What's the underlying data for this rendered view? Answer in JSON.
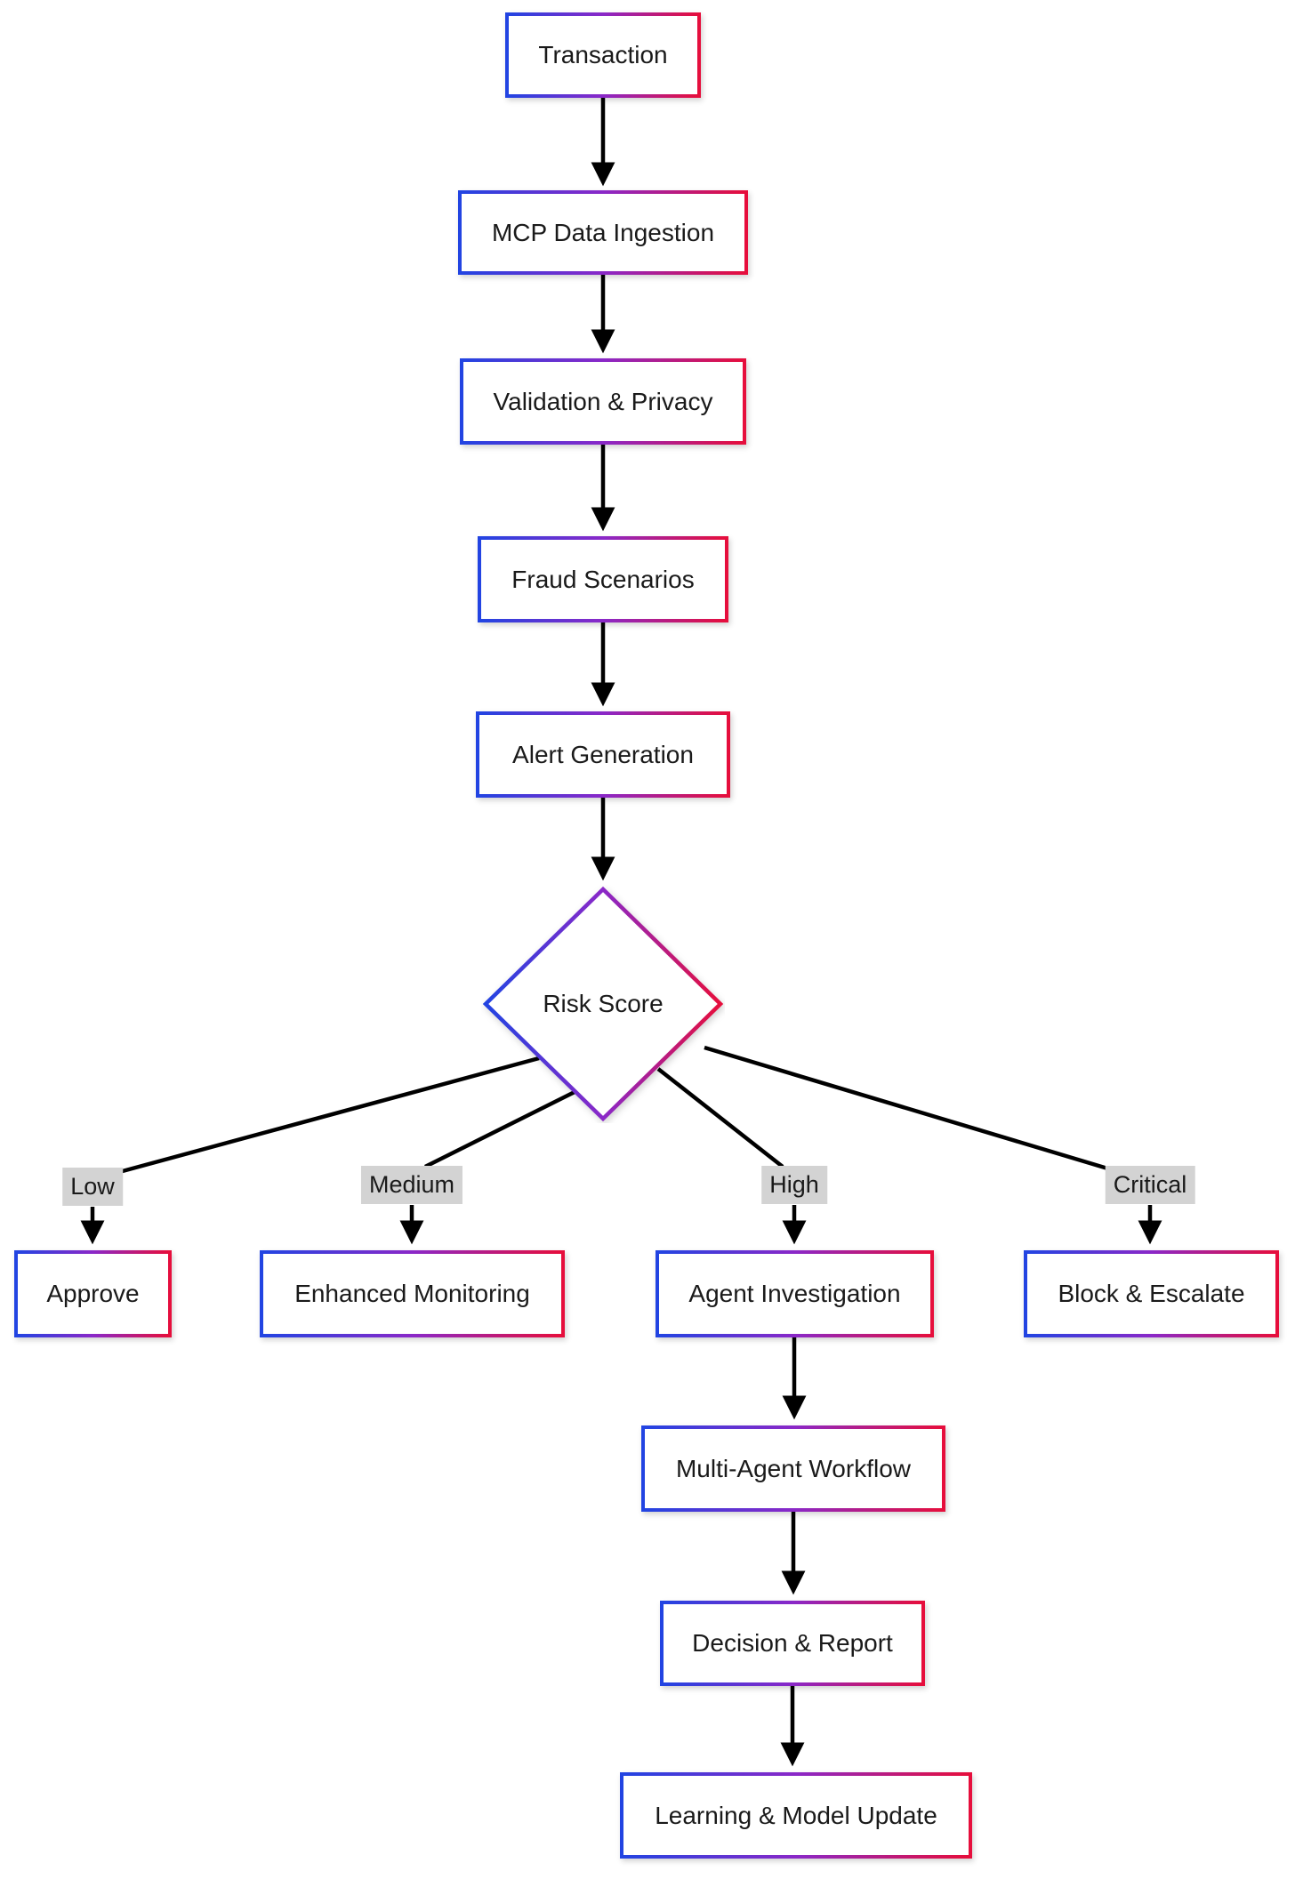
{
  "diagram": {
    "type": "flowchart-top-down",
    "nodes": {
      "transaction": {
        "label": "Transaction",
        "shape": "rectangle"
      },
      "mcp_ingestion": {
        "label": "MCP Data Ingestion",
        "shape": "rectangle"
      },
      "validation": {
        "label": "Validation & Privacy",
        "shape": "rectangle"
      },
      "fraud_scenarios": {
        "label": "Fraud Scenarios",
        "shape": "rectangle"
      },
      "alert_generation": {
        "label": "Alert Generation",
        "shape": "rectangle"
      },
      "risk_score": {
        "label": "Risk Score",
        "shape": "diamond"
      },
      "approve": {
        "label": "Approve",
        "shape": "rectangle"
      },
      "enhanced_monitoring": {
        "label": "Enhanced Monitoring",
        "shape": "rectangle"
      },
      "agent_investigation": {
        "label": "Agent Investigation",
        "shape": "rectangle"
      },
      "block_escalate": {
        "label": "Block & Escalate",
        "shape": "rectangle"
      },
      "multi_agent_workflow": {
        "label": "Multi-Agent Workflow",
        "shape": "rectangle"
      },
      "decision_report": {
        "label": "Decision & Report",
        "shape": "rectangle"
      },
      "learning_update": {
        "label": "Learning & Model Update",
        "shape": "rectangle"
      }
    },
    "edge_labels": {
      "low": "Low",
      "medium": "Medium",
      "high": "High",
      "critical": "Critical"
    },
    "edges": [
      {
        "from": "Transaction",
        "to": "MCP Data Ingestion"
      },
      {
        "from": "MCP Data Ingestion",
        "to": "Validation & Privacy"
      },
      {
        "from": "Validation & Privacy",
        "to": "Fraud Scenarios"
      },
      {
        "from": "Fraud Scenarios",
        "to": "Alert Generation"
      },
      {
        "from": "Alert Generation",
        "to": "Risk Score"
      },
      {
        "from": "Risk Score",
        "to": "Approve",
        "label": "Low"
      },
      {
        "from": "Risk Score",
        "to": "Enhanced Monitoring",
        "label": "Medium"
      },
      {
        "from": "Risk Score",
        "to": "Agent Investigation",
        "label": "High"
      },
      {
        "from": "Risk Score",
        "to": "Block & Escalate",
        "label": "Critical"
      },
      {
        "from": "Agent Investigation",
        "to": "Multi-Agent Workflow"
      },
      {
        "from": "Multi-Agent Workflow",
        "to": "Decision & Report"
      },
      {
        "from": "Decision & Report",
        "to": "Learning & Model Update"
      }
    ],
    "colors": {
      "border_gradient_start": "#2244e2",
      "border_gradient_mid": "#8a28c8",
      "border_gradient_end": "#e60e3c",
      "edge_line": "#000000",
      "edge_label_background": "#d3d3d3",
      "node_fill": "#ffffff",
      "text": "#1a1a1a"
    }
  }
}
